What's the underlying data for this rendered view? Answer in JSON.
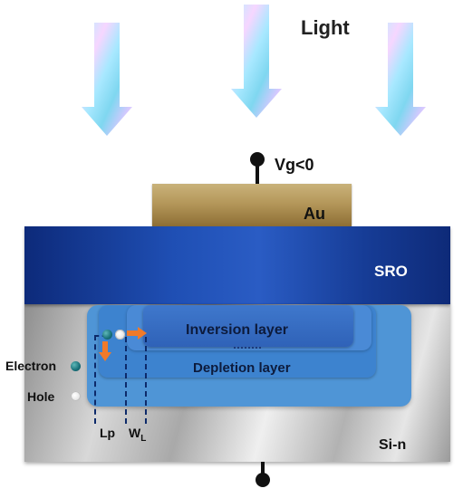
{
  "light_label": "Light",
  "gate_label": "Vg<0",
  "gate_contact_label": "Au",
  "oxide_label": "SRO",
  "substrate_label": "Si-n",
  "inversion_label": "Inversion layer",
  "depletion_label": "Depletion layer",
  "legend": {
    "electron_label": "Electron",
    "hole_label": "Hole"
  },
  "lp_label": "Lp",
  "wl_label_main": "W",
  "wl_label_sub": "L",
  "colors": {
    "sro": "#1f4fb4",
    "au": "#b4975a",
    "region": "#4f95d6",
    "electron": "#176f78",
    "arrow_orange": "#f07a2a"
  }
}
